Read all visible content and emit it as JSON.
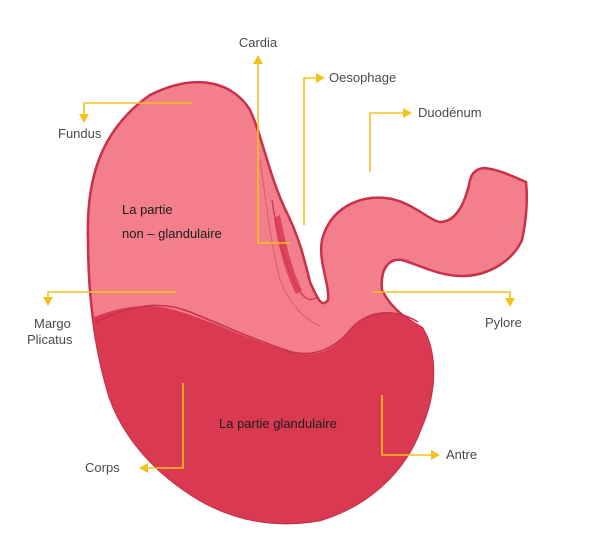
{
  "colors": {
    "upper_fill": "#f27f8b",
    "lower_fill": "#d93a51",
    "outline": "#c9304a",
    "pointer": "#f2c21b"
  },
  "labels": {
    "cardia": "Cardia",
    "oesophage": "Oesophage",
    "duodenum": "Duodénum",
    "fundus": "Fundus",
    "pylore": "Pylore",
    "margo_line1": "Margo",
    "margo_line2": "Plicatus",
    "corps": "Corps",
    "antre": "Antre",
    "nonglandular_line1": "La partie",
    "nonglandular_line2": "non – glandulaire",
    "glandular": "La partie glandulaire"
  }
}
